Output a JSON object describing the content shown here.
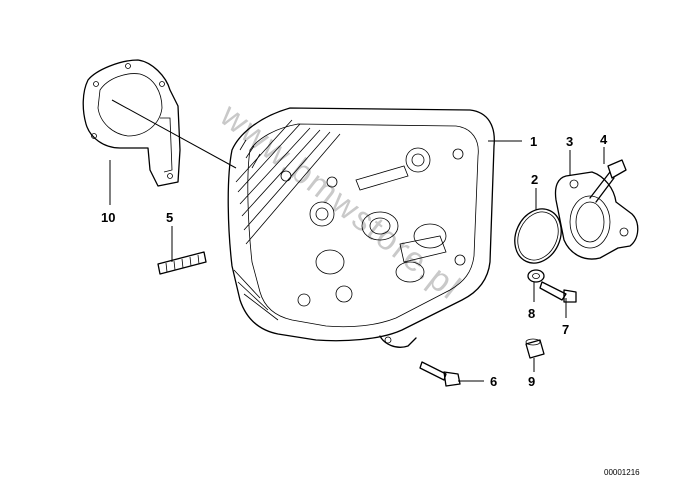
{
  "callouts": [
    {
      "id": "1",
      "text": "1"
    },
    {
      "id": "2",
      "text": "2"
    },
    {
      "id": "3",
      "text": "3"
    },
    {
      "id": "4",
      "text": "4"
    },
    {
      "id": "5",
      "text": "5"
    },
    {
      "id": "6",
      "text": "6"
    },
    {
      "id": "7",
      "text": "7"
    },
    {
      "id": "8",
      "text": "8"
    },
    {
      "id": "9",
      "text": "9"
    },
    {
      "id": "10",
      "text": "10"
    }
  ],
  "watermark": "www.bmwstore.pl",
  "diagram_code": "00001216"
}
